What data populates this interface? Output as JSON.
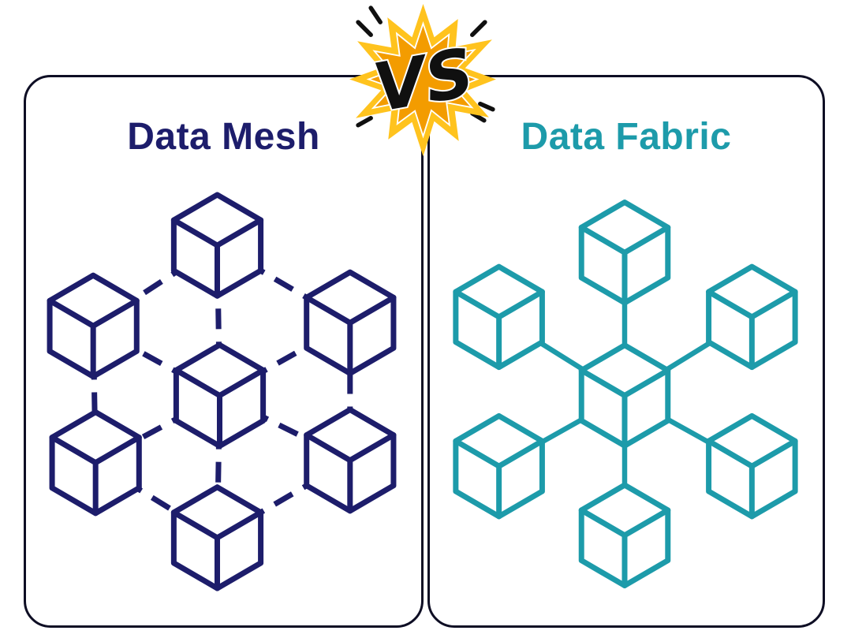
{
  "badge": {
    "label": "VS",
    "style": "comic-starburst",
    "colors": {
      "burst_outer": "#ffc31e",
      "burst_inner": "#f39c00",
      "text": "#101010",
      "outline": "#ffffff"
    }
  },
  "panels": {
    "left": {
      "title": "Data Mesh",
      "accent_color": "#1d1d6b",
      "icon": "mesh-cube-lattice-icon",
      "node_count": 7,
      "topology": "mesh-lattice"
    },
    "right": {
      "title": "Data Fabric",
      "accent_color": "#1d9baa",
      "icon": "hub-and-spoke-cubes-icon",
      "node_count": 7,
      "topology": "hub-and-spoke"
    }
  },
  "frame": {
    "border_color": "#0e0e24",
    "background": "#ffffff"
  }
}
